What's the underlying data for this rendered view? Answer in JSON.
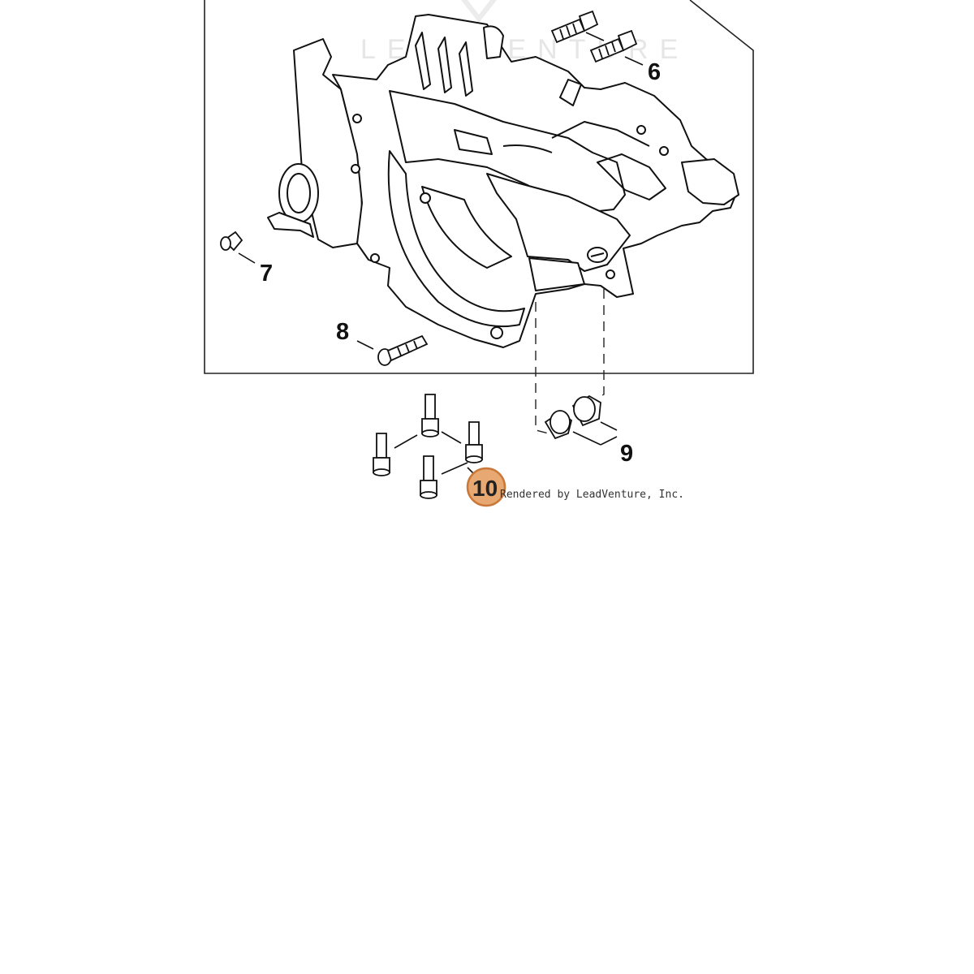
{
  "diagram": {
    "watermark": "LEADVENTURE",
    "credit": "Rendered by LeadVenture, Inc.",
    "highlight_color": "#e8a872",
    "highlight_stroke": "#c9783a",
    "callouts": {
      "c6": "6",
      "c7": "7",
      "c8": "8",
      "c9": "9",
      "c10": "10"
    },
    "selected_callout": "10"
  }
}
